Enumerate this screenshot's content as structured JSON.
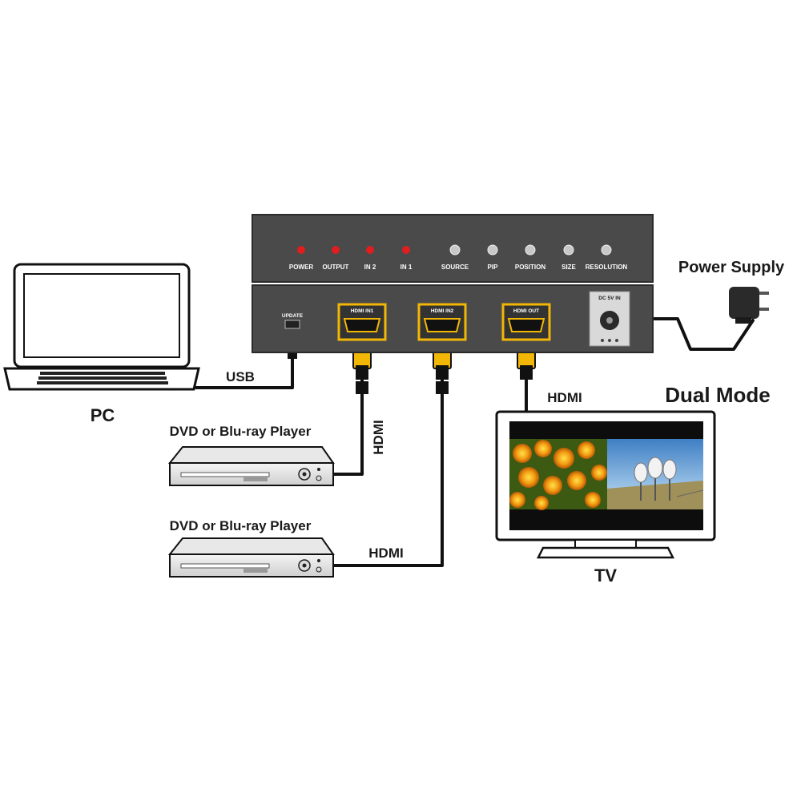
{
  "labels": {
    "power_supply": "Power Supply",
    "dual_mode": "Dual Mode",
    "pc": "PC",
    "usb": "USB",
    "hdmi_vertical": "HDMI",
    "hdmi_player2": "HDMI",
    "hdmi_tv": "HDMI",
    "dvd_player_1": "DVD or Blu-ray Player",
    "dvd_player_2": "DVD or Blu-ray Player",
    "tv": "TV"
  },
  "front_panel": {
    "leds": [
      "POWER",
      "OUTPUT",
      "IN 2",
      "IN 1"
    ],
    "buttons": [
      "SOURCE",
      "PIP",
      "POSITION",
      "SIZE",
      "RESOLUTION"
    ]
  },
  "rear_panel": {
    "usb_port": "UPDATE",
    "hdmi_in1": "HDMI IN1",
    "hdmi_in2": "HDMI IN2",
    "hdmi_out": "HDMI OUT",
    "dc_in": "DC 5V IN"
  },
  "colors": {
    "device_body": "#4a4a4a",
    "led_red": "#e11d1d",
    "hdmi_gold": "#f2b705",
    "cable": "#111111"
  }
}
